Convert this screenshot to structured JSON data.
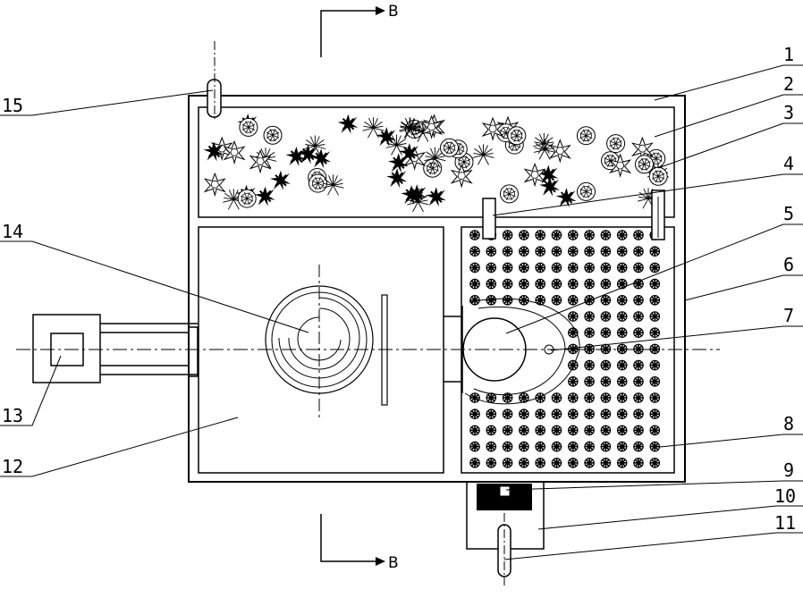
{
  "section_marks": {
    "top": "B",
    "bottom": "B"
  },
  "callouts": [
    {
      "id": "1",
      "text": "1"
    },
    {
      "id": "2",
      "text": "2"
    },
    {
      "id": "3",
      "text": "3"
    },
    {
      "id": "4",
      "text": "4"
    },
    {
      "id": "5",
      "text": "5"
    },
    {
      "id": "6",
      "text": "6"
    },
    {
      "id": "7",
      "text": "7"
    },
    {
      "id": "8",
      "text": "8"
    },
    {
      "id": "9",
      "text": "9"
    },
    {
      "id": "10",
      "text": "10"
    },
    {
      "id": "11",
      "text": "11"
    },
    {
      "id": "12",
      "text": "12"
    },
    {
      "id": "13",
      "text": "13"
    },
    {
      "id": "14",
      "text": "14"
    },
    {
      "id": "15",
      "text": "15"
    }
  ],
  "colors": {
    "line": "#000000",
    "background": "#ffffff"
  },
  "icons": {
    "planting_symbol": "shrub-icon",
    "media_symbol": "asterisk-circle-icon"
  }
}
